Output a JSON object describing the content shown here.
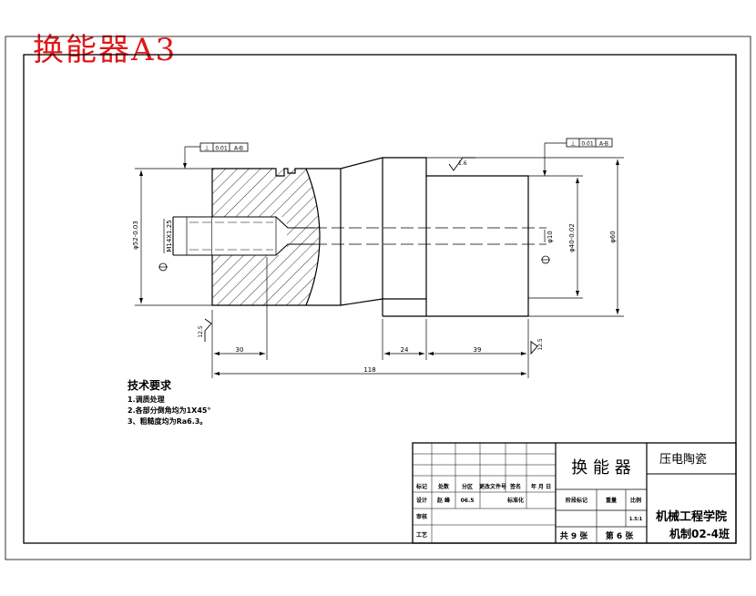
{
  "header": {
    "title": "换能器A3"
  },
  "tolerance_frames": [
    {
      "symbol": "⊥",
      "tolerance": "0.01",
      "datum": "A-B"
    },
    {
      "symbol": "⊥",
      "tolerance": "0.01",
      "datum": "A-B"
    }
  ],
  "dimensions": {
    "left_dia": "φ52-0.03",
    "thread": "M14X1.25",
    "dim_30": "30",
    "dim_24": "24",
    "dim_39": "39",
    "dim_118": "118",
    "right_dia": "φ40-0.02",
    "hole_dia": "φ10",
    "outer_dia": "φ60"
  },
  "roughness": {
    "top": "1.6",
    "left": "12.5",
    "right": "12.5"
  },
  "tech_notes": {
    "title": "技术要求",
    "items": [
      "1.调质处理",
      "2.各部分倒角均为1X45°",
      "3、粗糙度均为Ra6.3。"
    ]
  },
  "title_block": {
    "part_name": "换 能 器",
    "material": "压电陶瓷",
    "school": "机械工程学院",
    "class": "机制02-4班",
    "header_row": [
      "标记",
      "处数",
      "分区",
      "更改文件号",
      "签名",
      "年 月 日"
    ],
    "design_row": [
      "设计",
      "赵 峰",
      "06.5",
      "",
      "标准化",
      ""
    ],
    "stage_labels": [
      "阶段标记",
      "重量",
      "比例"
    ],
    "scale": "1.5:1",
    "review": "审核",
    "process": "工艺",
    "sheets": "共 9 张",
    "sheet_no": "第 6 张"
  }
}
